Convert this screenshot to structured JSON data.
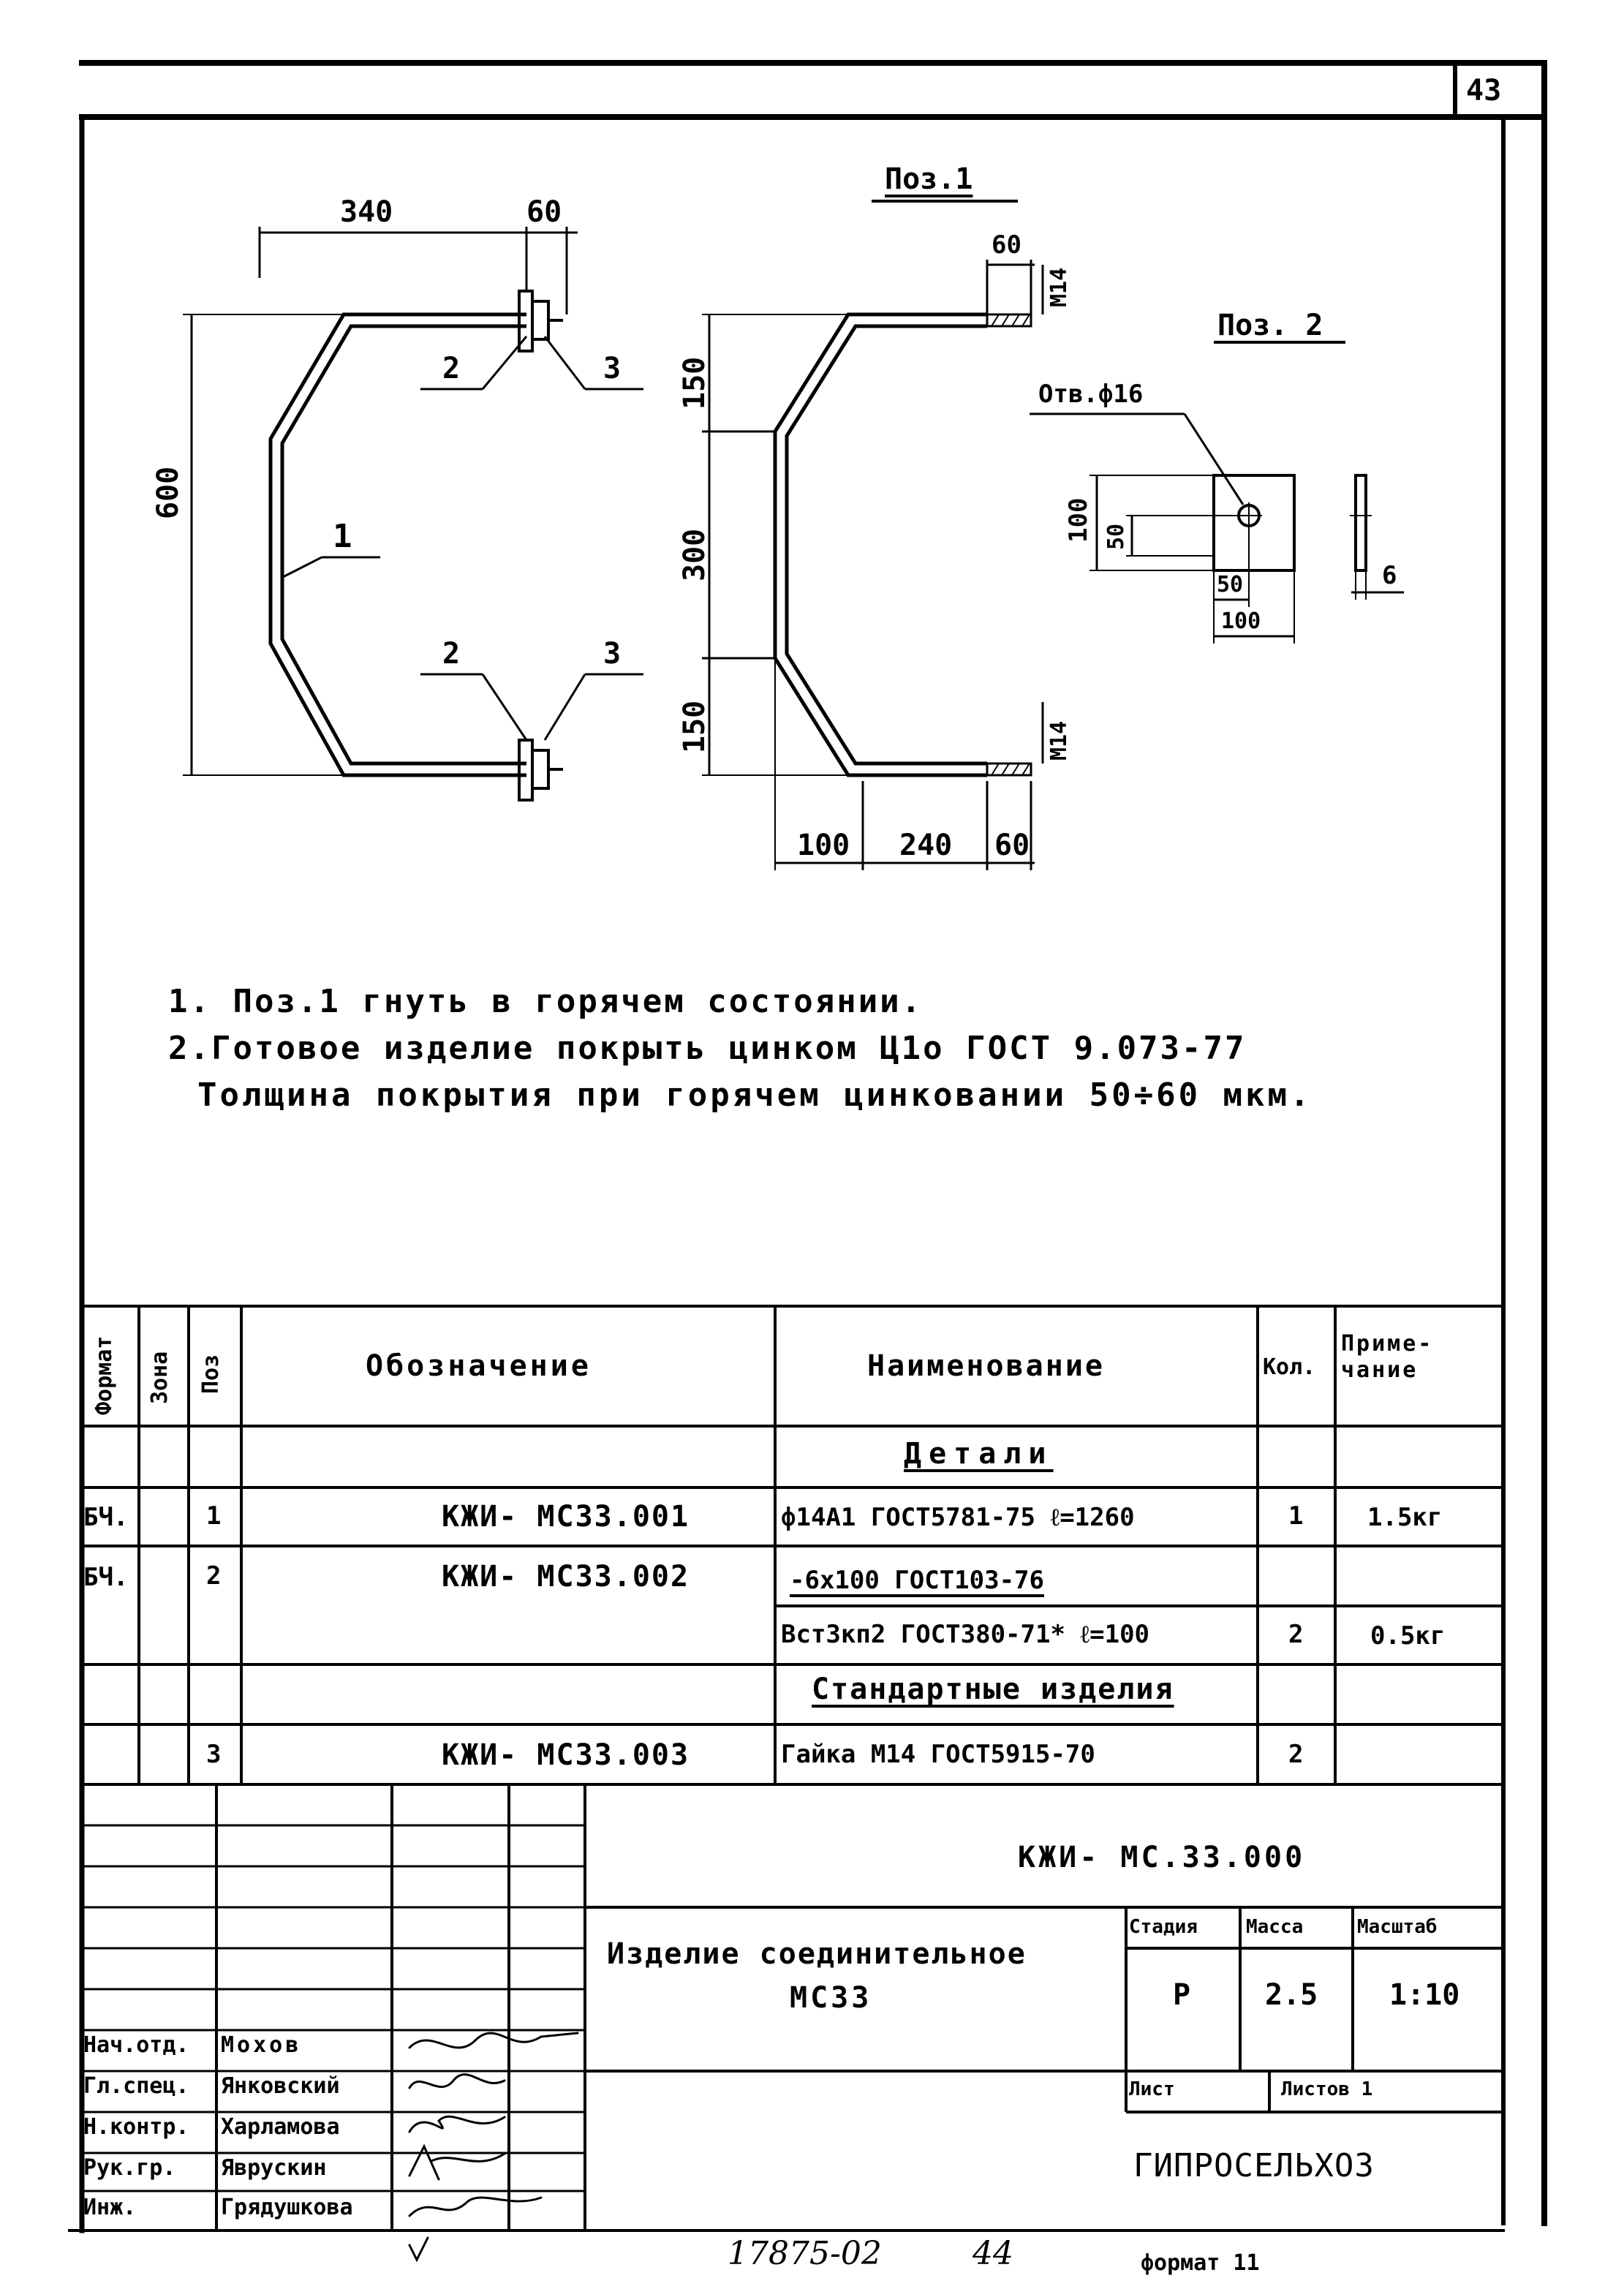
{
  "sheet": {
    "page_number": "43",
    "bottom_code": "17875-02",
    "bottom_number": "44",
    "format_label": "формат 11"
  },
  "drawing_left": {
    "dim_top_340": "340",
    "dim_top_60": "60",
    "dim_height_600": "600",
    "leader_1": "1",
    "leader_2_top": "2",
    "leader_3_top": "3",
    "leader_2_bottom": "2",
    "leader_3_bottom": "3"
  },
  "drawing_pos1": {
    "title": "Поз.1",
    "dim_thread_top": "60",
    "thread_top": "М14",
    "dim_150_top": "150",
    "dim_300": "300",
    "dim_150_bottom": "150",
    "thread_bottom": "М14",
    "dim_bottom_100": "100",
    "dim_bottom_240": "240",
    "dim_bottom_60": "60"
  },
  "drawing_pos2": {
    "title": "Поз. 2",
    "hole_label": "Отв.ф16",
    "dim_100_v": "100",
    "dim_50_v": "50",
    "dim_50_h": "50",
    "dim_100_h": "100",
    "dim_thickness": "6"
  },
  "notes": {
    "line1": "1. Поз.1 гнуть в горячем состоянии.",
    "line2": "2.Готовое изделие покрыть цинком Ц1о ГОСТ 9.073-77",
    "line3": "Толщина покрытия при горячем цинковании 50÷60 мкм."
  },
  "spec_table": {
    "headers": {
      "format": "Формат",
      "zone": "Зона",
      "pos": "Поз",
      "designation": "Обозначение",
      "name": "Наименование",
      "qty": "Кол.",
      "note": "Приме-чание"
    },
    "section_details": "Детали",
    "section_standard": "Стандартные изделия",
    "rows": [
      {
        "format": "БЧ.",
        "pos": "1",
        "designation": "КЖИ- МС33.001",
        "name": "ф14А1 ГОСТ5781-75 ℓ=1260",
        "qty": "1",
        "note": "1.5кг"
      },
      {
        "format": "БЧ.",
        "pos": "2",
        "designation": "КЖИ- МС33.002",
        "name": "-6х100 ГОСТ103-76",
        "name2": "Вст3кп2 ГОСТ380-71* ℓ=100",
        "qty": "2",
        "note": "0.5кг"
      },
      {
        "format": "",
        "pos": "3",
        "designation": "КЖИ- МС33.003",
        "name": "Гайка М14 ГОСТ5915-70",
        "qty": "2",
        "note": ""
      }
    ]
  },
  "title_block": {
    "doc_code": "КЖИ- МС.33.000",
    "product_name_1": "Изделие соединительное",
    "product_name_2": "МС33",
    "stage_label": "Стадия",
    "mass_label": "Масса",
    "scale_label": "Масштаб",
    "stage_value": "Р",
    "mass_value": "2.5",
    "scale_value": "1:10",
    "sheet_label": "Лист",
    "sheets_label": "Листов 1",
    "org": "ГИПРОСЕЛЬХОЗ",
    "signers": [
      {
        "role": "Нач.отд.",
        "name": "Мохов"
      },
      {
        "role": "Гл.спец.",
        "name": "Янковский"
      },
      {
        "role": "Н.контр.",
        "name": "Харламова"
      },
      {
        "role": "Рук.гр.",
        "name": "Яврускин"
      },
      {
        "role": "Инж.",
        "name": "Грядушкова"
      }
    ]
  }
}
